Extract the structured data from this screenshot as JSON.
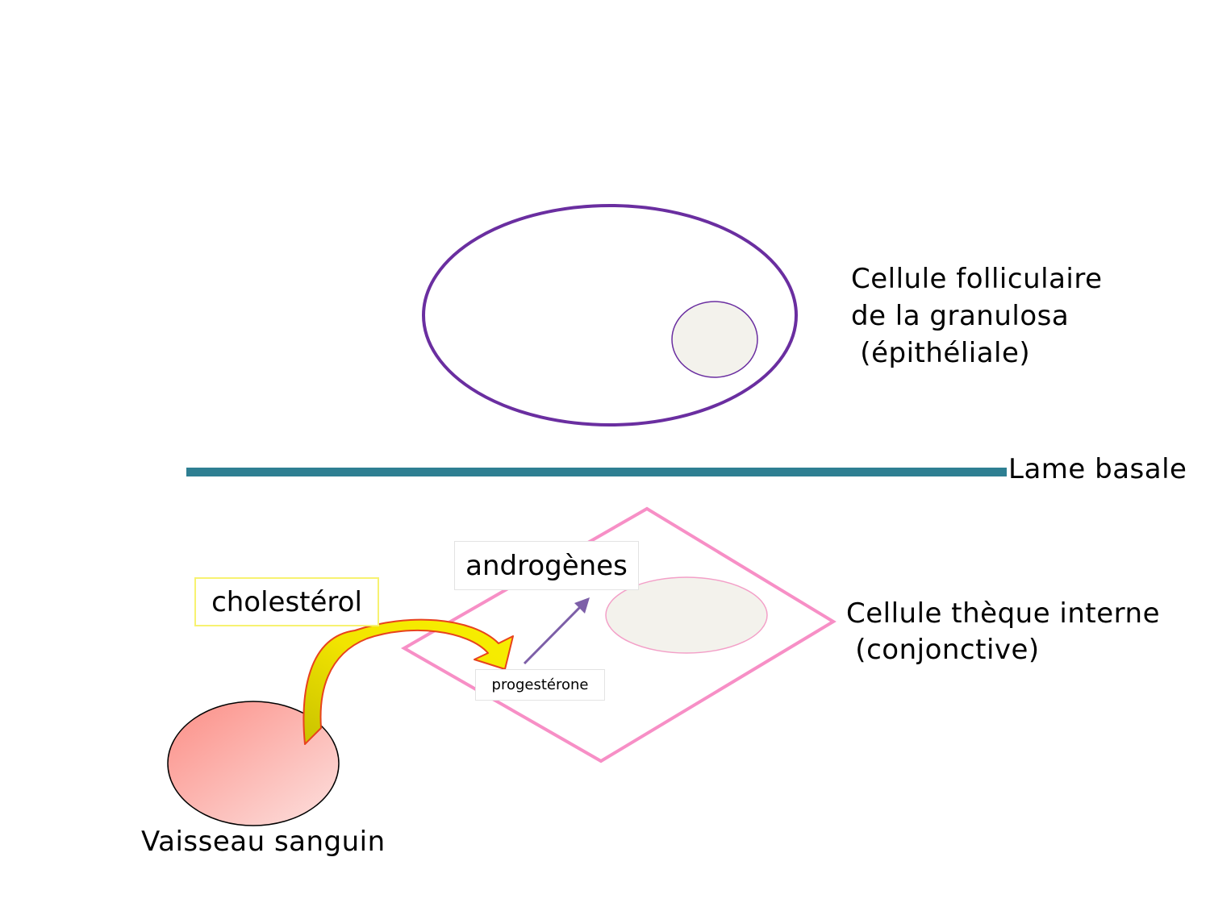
{
  "labels": {
    "granulosa_line1": "Cellule folliculaire",
    "granulosa_line2": "de la granulosa",
    "granulosa_line3": " (épithéliale)",
    "lame_basale": "Lame basale",
    "theque_line1": "Cellule thèque interne",
    "theque_line2": " (conjonctive)",
    "vaisseau": "Vaisseau sanguin"
  },
  "boxes": {
    "cholesterol": "cholestérol",
    "androgenes": "androgènes",
    "progesterone": "progestérone"
  },
  "colors": {
    "granulosa_cell_outline": "#6a2ea0",
    "nucleus_fill": "#f3f2ec",
    "lame_basale": "#2e7f92",
    "theque_cell_outline": "#f78fc6",
    "theque_nucleus_outline": "#f3a0c8",
    "vessel_fill_dark": "#fb8e86",
    "vessel_fill_light": "#fde1df",
    "curved_arrow_fill": "#f2e400",
    "curved_arrow_outline": "#e8421d",
    "progesterone_arrow": "#7d5fa8",
    "cholesterol_box_border": "#f7f271"
  },
  "icons": {
    "curved_arrow": "curved-arrow-icon",
    "straight_arrow": "straight-arrow-icon"
  }
}
